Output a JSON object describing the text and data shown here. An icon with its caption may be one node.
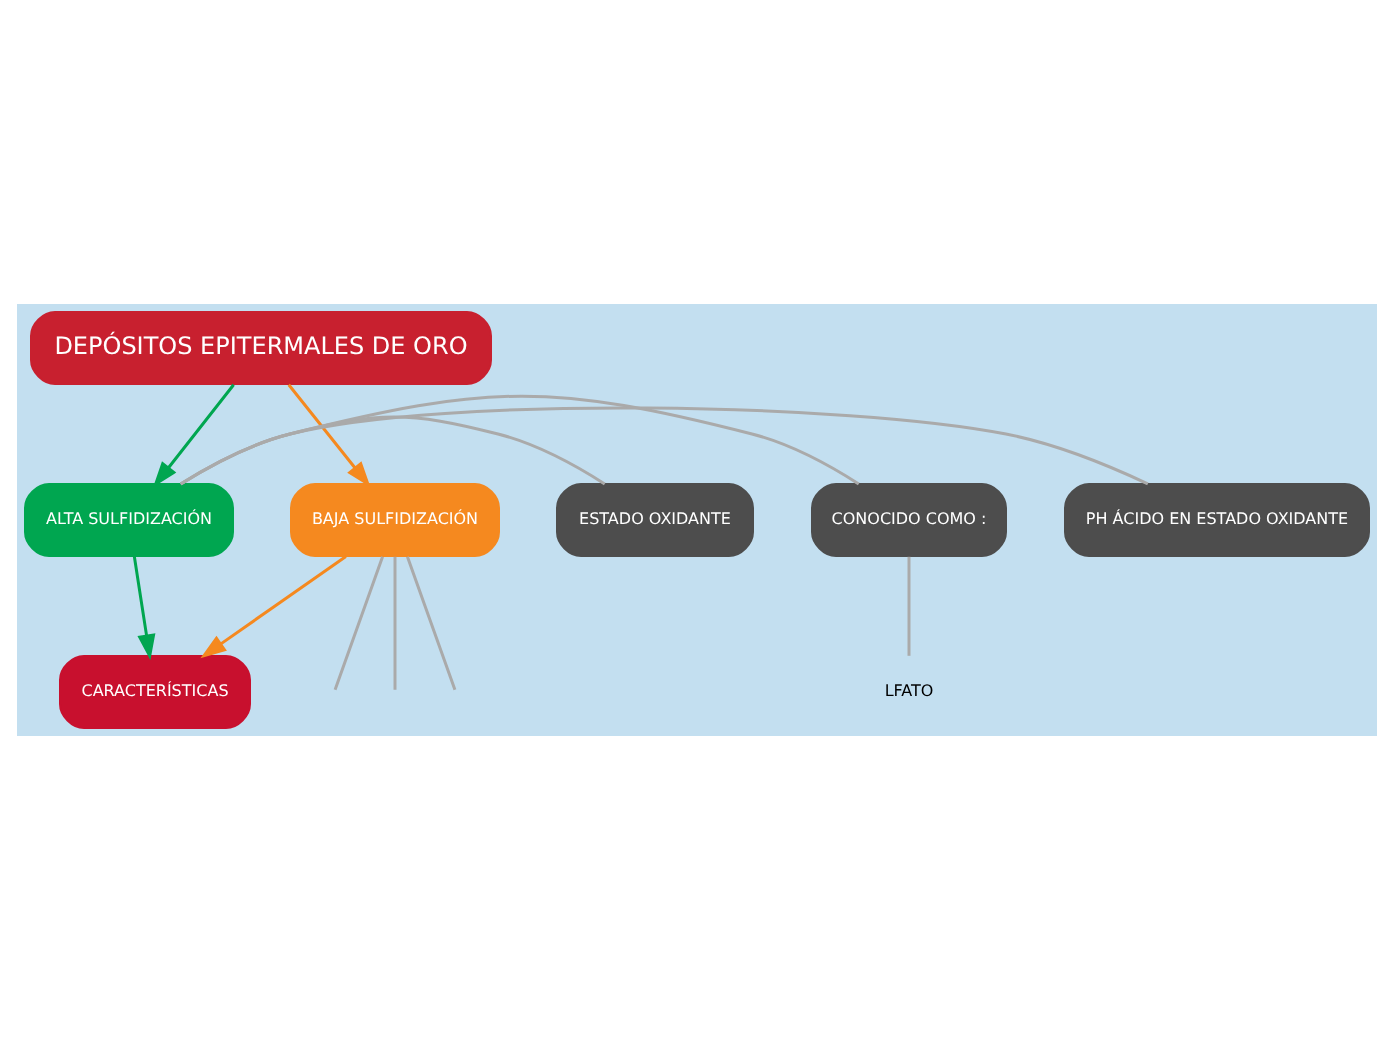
{
  "diagram": {
    "nodes": [
      {
        "text": [
          "DEPÓSITOS EPITERMALES DE ORO"
        ]
      },
      {
        "text": [
          "ALTA SULFIDIZACIÓN"
        ]
      },
      {
        "text": [
          "BAJA SULFIDIZACIÓN"
        ]
      },
      {
        "text": [
          "CARACTERÍSTICAS"
        ]
      },
      {
        "text": [
          "PH ÁCIDO EN ESTADO OXIDANTE"
        ]
      },
      {
        "text": [
          "ESTADO OXIDANTE"
        ]
      },
      {
        "text": [
          "CONOCIDO COMO :"
        ]
      },
      {
        "text": [
          "LFATO"
        ]
      }
    ],
    "edges": [
      {
        "from": 0,
        "to": 1,
        "arrow": "to",
        "color": "#00a650"
      },
      {
        "from": 0,
        "to": 2,
        "arrow": "to",
        "color": "#f5891f"
      },
      {
        "from": 1,
        "to": 3,
        "arrow": "to",
        "color": "#00a650"
      },
      {
        "from": 2,
        "to": 3,
        "arrow": "to",
        "color": "#f5891f"
      },
      {
        "from": 1,
        "to": 4,
        "arrow": "none"
      },
      {
        "from": 1,
        "to": 5,
        "arrow": "none"
      },
      {
        "from": 1,
        "to": 6,
        "arrow": "none"
      },
      {
        "from": 6,
        "to": 7,
        "arrow": "none"
      },
      {
        "from": 2,
        "to": null,
        "arrow": "none"
      },
      {
        "from": 2,
        "to": null,
        "arrow": "none"
      },
      {
        "from": 2,
        "to": null,
        "arrow": "none"
      }
    ]
  }
}
